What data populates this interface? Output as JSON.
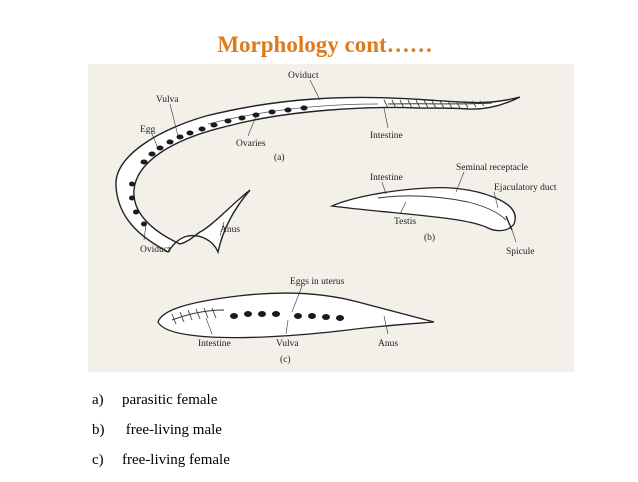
{
  "slide": {
    "title": "Morphology  cont……",
    "title_color": "#e07a1f"
  },
  "figure": {
    "labels": {
      "oviduct_top": "Oviduct",
      "vulva_a": "Vulva",
      "egg": "Egg",
      "ovaries": "Ovaries",
      "intestine_a": "Intestine",
      "panel_a": "(a)",
      "anus_a": "Anus",
      "oviduct_bottom": "Oviduct",
      "intestine_b": "Intestine",
      "seminal_receptacle": "Seminal receptacle",
      "ejaculatory_duct": "Ejaculatory duct",
      "testis": "Testis",
      "panel_b": "(b)",
      "spicule": "Spicule",
      "eggs_in_uterus": "Eggs in uterus",
      "intestine_c": "Intestine",
      "vulva_c": "Vulva",
      "anus_c": "Anus",
      "panel_c": "(c)"
    }
  },
  "captions": [
    {
      "letter": "a)",
      "text": "parasitic female"
    },
    {
      "letter": "b)",
      "text": " free-living male"
    },
    {
      "letter": "c)",
      "text": "free-living female"
    }
  ]
}
